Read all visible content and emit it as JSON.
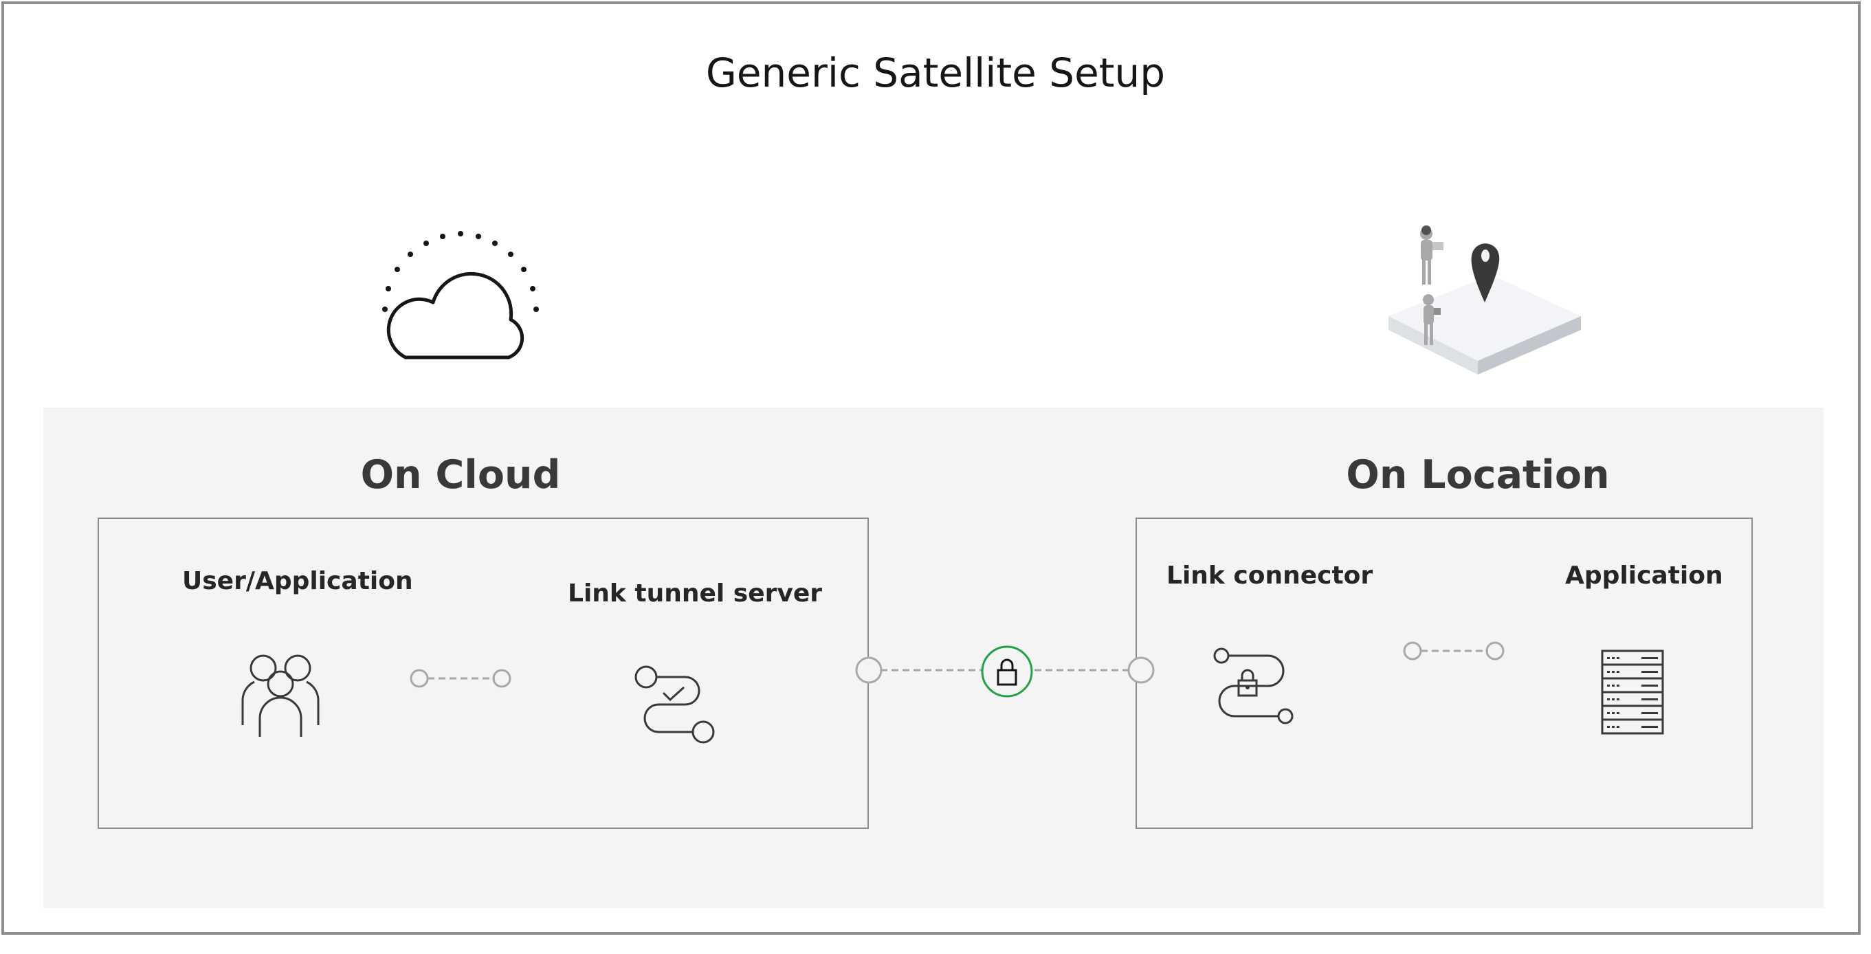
{
  "title": "Generic Satellite Setup",
  "sections": {
    "cloud": {
      "heading": "On Cloud",
      "nodes": {
        "user_app": "User/Application",
        "tunnel_server": "Link tunnel server"
      }
    },
    "location": {
      "heading": "On Location",
      "nodes": {
        "connector": "Link connector",
        "application": "Application"
      }
    }
  },
  "icons": [
    "cloud-icon",
    "location-illustration",
    "users-icon",
    "tunnel-icon",
    "lock-icon",
    "connector-lock-icon",
    "server-rack-icon"
  ],
  "colors": {
    "lock_accent": "#24a148",
    "band": "#f4f4f4",
    "border": "#8d8d8d"
  }
}
